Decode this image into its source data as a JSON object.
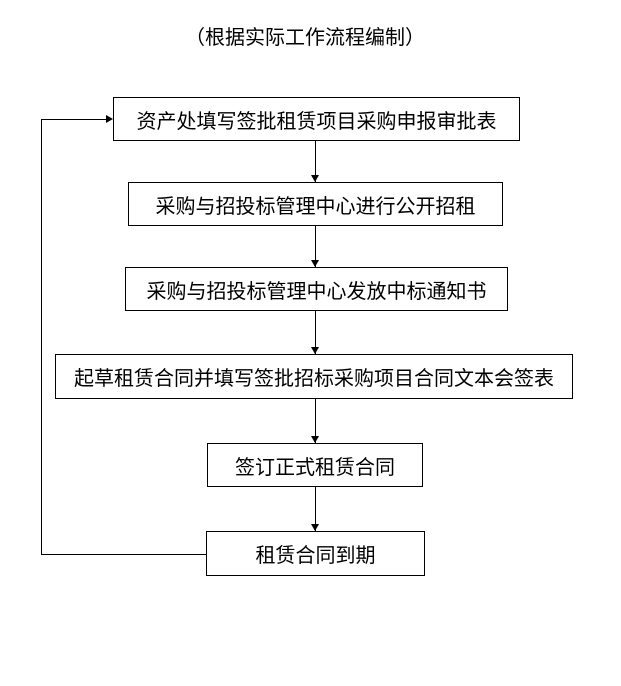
{
  "page": {
    "title": "（根据实际工作流程编制）",
    "background": "#ffffff"
  },
  "flowchart": {
    "nodes": [
      {
        "id": "fill-approval-form",
        "label": "资产处填写签批租赁项目采购申报审批表"
      },
      {
        "id": "public-tender",
        "label": "采购与招投标管理中心进行公开招租"
      },
      {
        "id": "award-notice",
        "label": "采购与招投标管理中心发放中标通知书"
      },
      {
        "id": "draft-contract",
        "label": "起草租赁合同并填写签批招标采购项目合同文本会签表"
      },
      {
        "id": "sign-contract",
        "label": "签订正式租赁合同"
      },
      {
        "id": "contract-expires",
        "label": "租赁合同到期"
      }
    ],
    "edges": [
      {
        "from": "fill-approval-form",
        "to": "public-tender",
        "type": "arrow-down"
      },
      {
        "from": "public-tender",
        "to": "award-notice",
        "type": "arrow-down"
      },
      {
        "from": "award-notice",
        "to": "draft-contract",
        "type": "arrow-down"
      },
      {
        "from": "draft-contract",
        "to": "sign-contract",
        "type": "arrow-down"
      },
      {
        "from": "sign-contract",
        "to": "contract-expires",
        "type": "arrow-down"
      },
      {
        "from": "contract-expires",
        "to": "fill-approval-form",
        "type": "loop-back-left"
      }
    ],
    "colors": {
      "line": "#000000",
      "text": "#000000",
      "box_border": "#000000",
      "box_background": "#ffffff"
    }
  }
}
